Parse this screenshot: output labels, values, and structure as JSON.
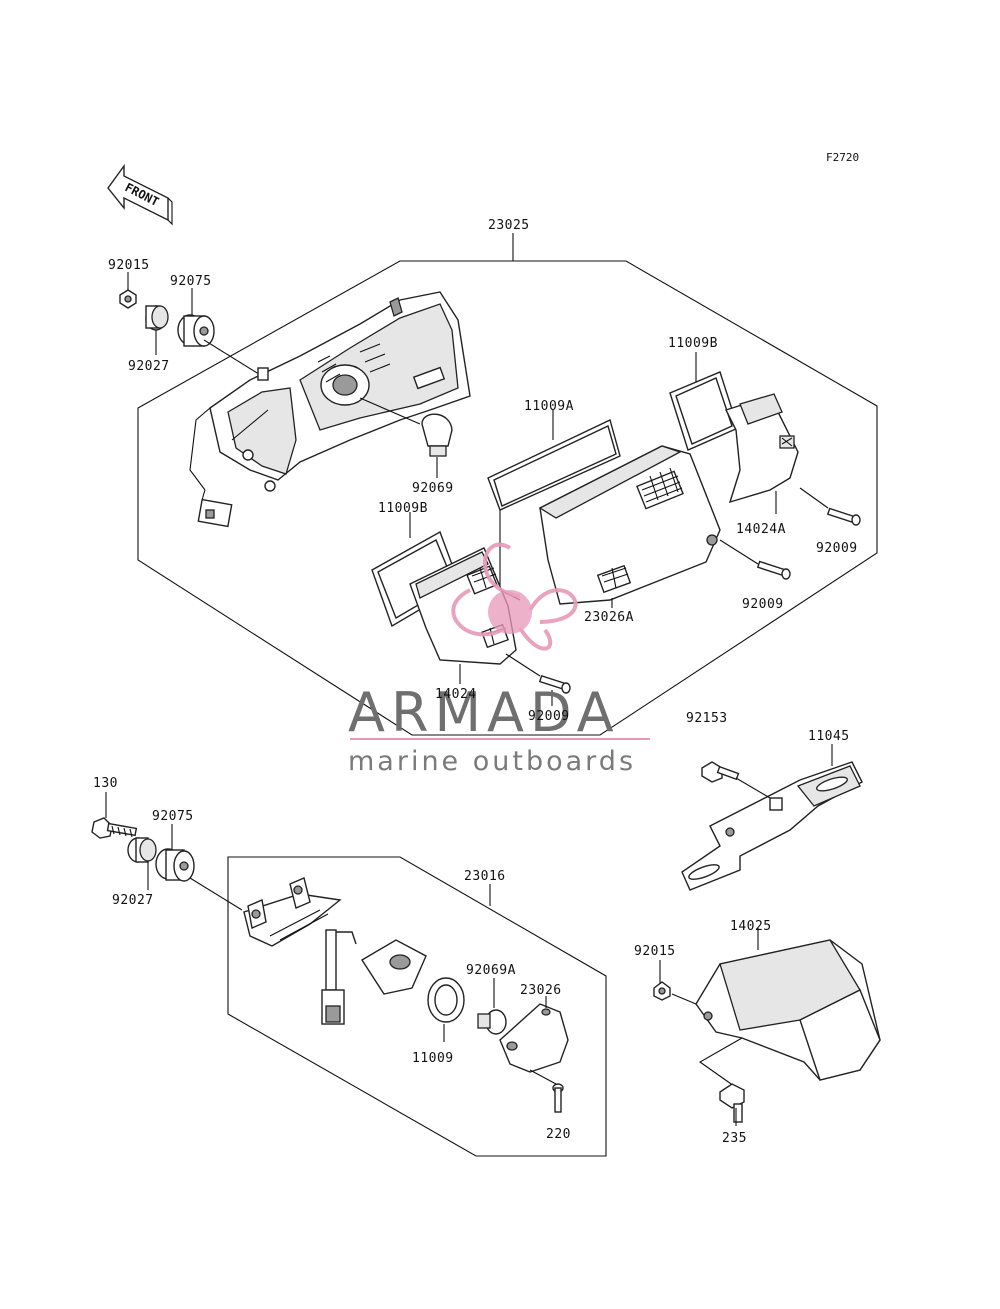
{
  "figure_code": "F2720",
  "front_label": "FRONT",
  "watermark": {
    "brand": "ARMADA",
    "tagline": "marine outboards",
    "accent_color": "#e79ab8",
    "text_color": "#6f6f6f"
  },
  "labels": {
    "assy_main": "23025",
    "nut_top": "92015",
    "grommet_top": "92075",
    "collar_top": "92027",
    "bulb_main": "92069",
    "gasket_b_left": "11009B",
    "gasket_b_right": "11009B",
    "gasket_a": "11009A",
    "lens_a_right": "14024A",
    "lens_left": "14024",
    "lens_center": "23026A",
    "screw_right": "92009",
    "screw_center": "92009",
    "screw_left": "92009",
    "bolt_130": "130",
    "grommet_lower": "92075",
    "collar_lower": "92027",
    "assy_license": "23016",
    "bulb_license": "92069A",
    "lamp_license": "23026",
    "gasket_license": "11009",
    "screw_license": "220",
    "bolt_bracket": "92153",
    "bracket": "11045",
    "cover": "14025",
    "nut_cover": "92015",
    "bolt_cover": "235"
  }
}
